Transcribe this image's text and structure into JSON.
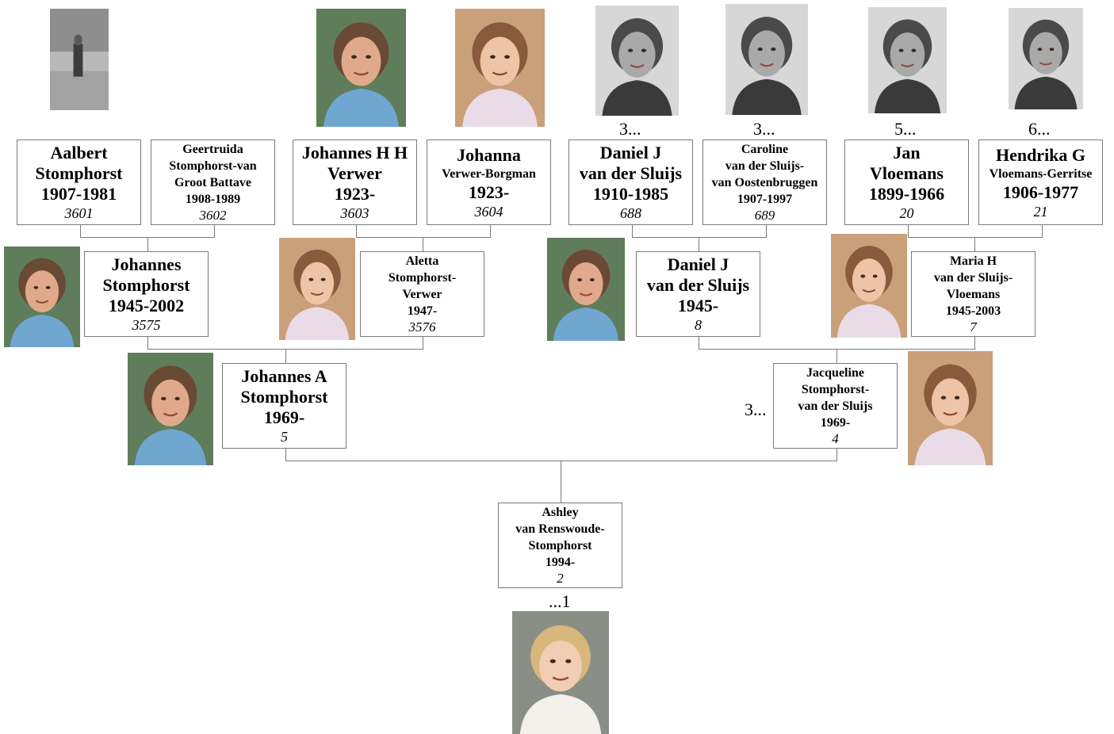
{
  "people": {
    "p3601": {
      "lines": [
        "Aalbert",
        "Stomphorst",
        "1907-1981"
      ],
      "id": "3601",
      "photo": "photo-outdoor-bw"
    },
    "p3602": {
      "lines": [
        "Geertruida",
        "Stomphorst-van",
        "Groot Battave",
        "1908-1989"
      ],
      "id": "3602",
      "photo": ""
    },
    "p3603": {
      "lines": [
        "Johannes H H",
        "Verwer",
        "1923-"
      ],
      "id": "3603",
      "photo": "photo-man-color"
    },
    "p3604": {
      "lines": [
        "Johanna",
        "Verwer-Borgman",
        "1923-"
      ],
      "id": "3604",
      "photo": "photo-woman-color"
    },
    "p688": {
      "lines": [
        "Daniel J",
        "van der Sluijs",
        "1910-1985"
      ],
      "id": "688",
      "more": "3...",
      "photo": "photo-man-bw"
    },
    "p689": {
      "lines": [
        "Caroline",
        "van der Sluijs-",
        "van Oostenbruggen",
        "1907-1997"
      ],
      "id": "689",
      "more": "3...",
      "photo": "photo-woman-bw"
    },
    "p20": {
      "lines": [
        "Jan",
        "Vloemans",
        "1899-1966"
      ],
      "id": "20",
      "more": "5...",
      "photo": "photo-man-bw"
    },
    "p21": {
      "lines": [
        "Hendrika G",
        "Vloemans-Gerritse",
        "1906-1977"
      ],
      "id": "21",
      "more": "6...",
      "photo": "photo-woman-bw"
    },
    "p3575": {
      "lines": [
        "Johannes",
        "Stomphorst",
        "1945-2002"
      ],
      "id": "3575",
      "photo": "photo-man-color"
    },
    "p3576": {
      "lines": [
        "Aletta",
        "Stomphorst-",
        "Verwer",
        "1947-"
      ],
      "id": "3576",
      "photo": "photo-woman-color"
    },
    "p8": {
      "lines": [
        "Daniel J",
        "van der Sluijs",
        "1945-"
      ],
      "id": "8",
      "photo": "photo-man-color"
    },
    "p7": {
      "lines": [
        "Maria H",
        "van der Sluijs-",
        "Vloemans",
        "1945-2003"
      ],
      "id": "7",
      "photo": "photo-woman-color"
    },
    "p5": {
      "lines": [
        "Johannes A",
        "Stomphorst",
        "1969-"
      ],
      "id": "5",
      "photo": "photo-man-color"
    },
    "p4": {
      "lines": [
        "Jacqueline",
        "Stomphorst-",
        "van der Sluijs",
        "1969-"
      ],
      "id": "4",
      "more": "3...",
      "photo": "photo-woman-color"
    },
    "p2": {
      "lines": [
        "Ashley",
        "van Renswoude-",
        "Stomphorst",
        "1994-"
      ],
      "id": "2",
      "more": "...1",
      "photo": "photo-girl-color"
    }
  },
  "colors": {
    "border": "#7a7a7a",
    "connector": "#7a7a7a",
    "background": "#ffffff"
  }
}
